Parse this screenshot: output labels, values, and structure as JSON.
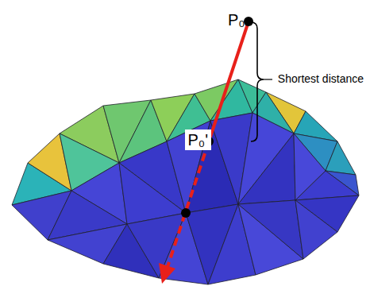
{
  "diagram": {
    "labels": [
      "P₀",
      "P₀'",
      "Shortest distance"
    ]
  }
}
